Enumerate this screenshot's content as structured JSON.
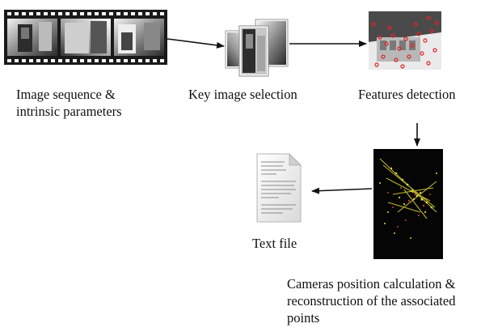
{
  "steps": {
    "image_sequence": {
      "line1": "Image sequence &",
      "line2": "intrinsic parameters"
    },
    "key_image": {
      "label": "Key image selection"
    },
    "features": {
      "label": "Features detection"
    },
    "cameras": {
      "line1": "Cameras position calculation &",
      "line2": "reconstruction of the associated",
      "line3": "points"
    },
    "text_file": {
      "label": "Text file"
    }
  },
  "colors": {
    "film": "#1a1a1a",
    "point_cloud_bg": "#050505",
    "points_yellow": "#d9d23a",
    "points_red": "#c43b2a",
    "feature_marks": "#e0242a",
    "arrow": "#111111"
  },
  "icons": [
    "film-strip-image",
    "photo-stack-image",
    "feature-points-image",
    "point-cloud-image",
    "text-document-icon"
  ]
}
